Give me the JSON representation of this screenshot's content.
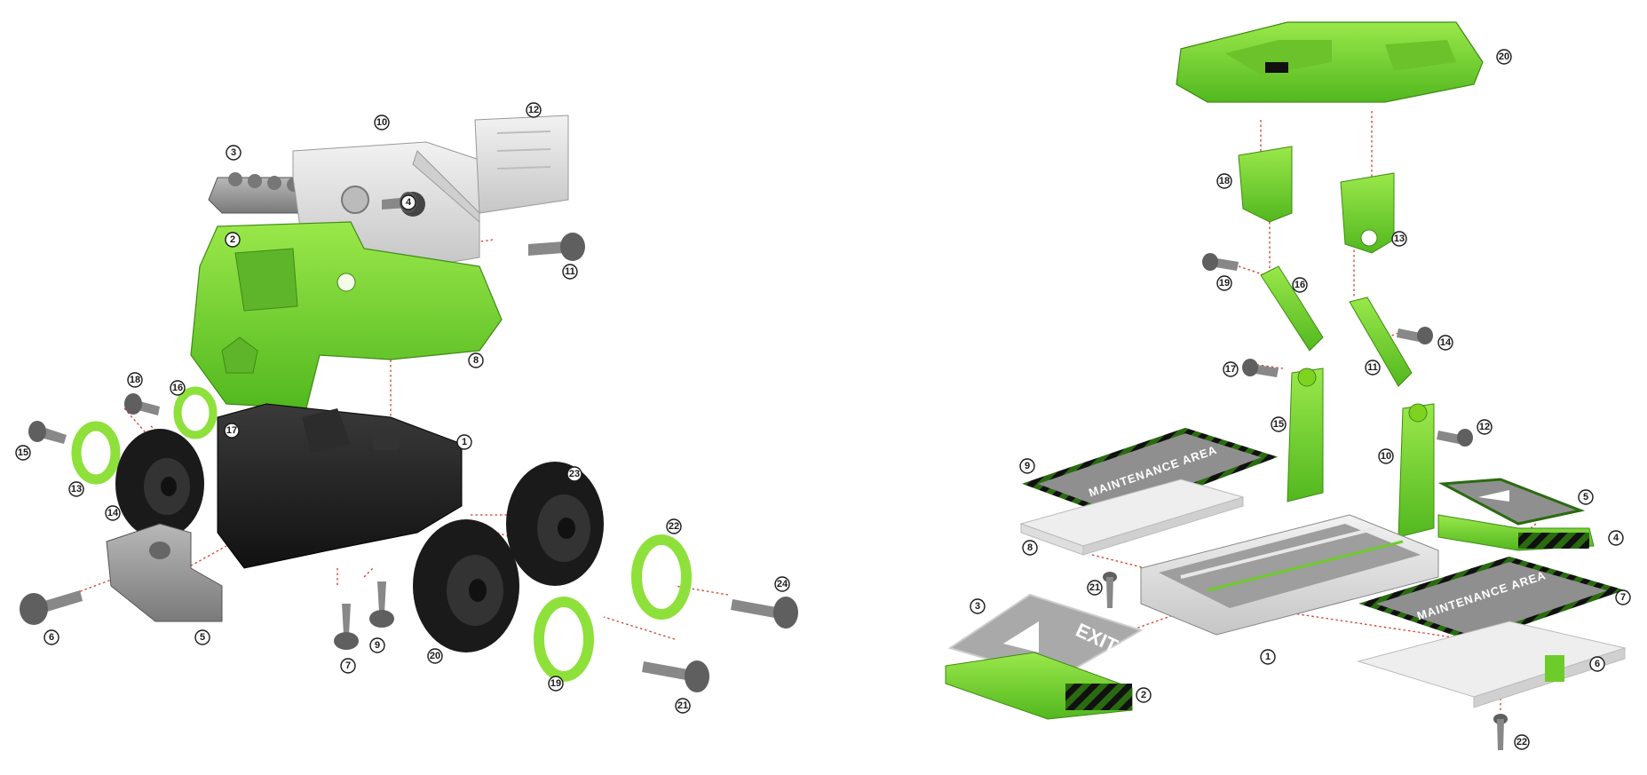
{
  "colors": {
    "green": "#7ed321",
    "green_dark": "#4ea51a",
    "black": "#1f1f1f",
    "grey": "#9a9a9a",
    "light_grey": "#d8d8d8",
    "leader": "#d23c2a"
  },
  "truck": {
    "labels": [
      "1",
      "2",
      "3",
      "4",
      "5",
      "6",
      "7",
      "8",
      "9",
      "10",
      "11",
      "12",
      "13",
      "14",
      "15",
      "16",
      "17",
      "18",
      "19",
      "20",
      "21",
      "22",
      "23",
      "24"
    ]
  },
  "garage": {
    "labels": [
      "1",
      "2",
      "3",
      "4",
      "5",
      "6",
      "7",
      "8",
      "9",
      "10",
      "11",
      "12",
      "13",
      "14",
      "15",
      "16",
      "17",
      "18",
      "19",
      "20",
      "21",
      "22"
    ],
    "sign_text": "MAINTENANCE AREA",
    "exit_text": "EXIT"
  }
}
